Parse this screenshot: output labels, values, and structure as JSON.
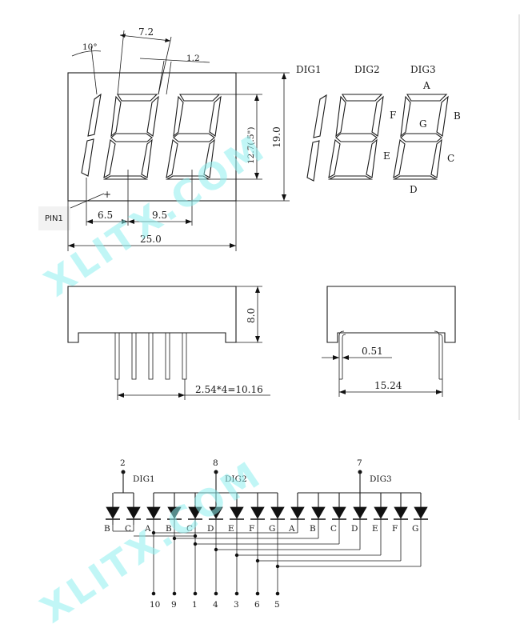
{
  "dims": {
    "angle": "10°",
    "width_top": "7.2",
    "seg_width": "1.2",
    "digit_height": "12.7(.5\")",
    "height": "19.0",
    "pin1_to_digit": "6.5",
    "digit_pitch": "9.5",
    "total_width": "25.0",
    "depth": "8.0",
    "pin_pitch": "2.54*4=10.16",
    "pin_dia": "0.51",
    "row_spacing": "15.24"
  },
  "labels": {
    "pin1": "PIN1",
    "plus": "+",
    "dig1": "DIG1",
    "dig2": "DIG2",
    "dig3": "DIG3",
    "seg_a": "A",
    "seg_b": "B",
    "seg_c": "C",
    "seg_d": "D",
    "seg_e": "E",
    "seg_f": "F",
    "seg_g": "G"
  },
  "schematic": {
    "commons": [
      {
        "pin": "2",
        "label": "DIG1"
      },
      {
        "pin": "8",
        "label": "DIG2"
      },
      {
        "pin": "7",
        "label": "DIG3"
      }
    ],
    "diode_labels": [
      "B",
      "C",
      "A",
      "B",
      "C",
      "D",
      "E",
      "F",
      "G",
      "A",
      "B",
      "C",
      "D",
      "E",
      "F",
      "G"
    ],
    "bottom_pins": [
      "10",
      "9",
      "1",
      "4",
      "3",
      "6",
      "5"
    ]
  },
  "watermark": "XLITX.COM"
}
